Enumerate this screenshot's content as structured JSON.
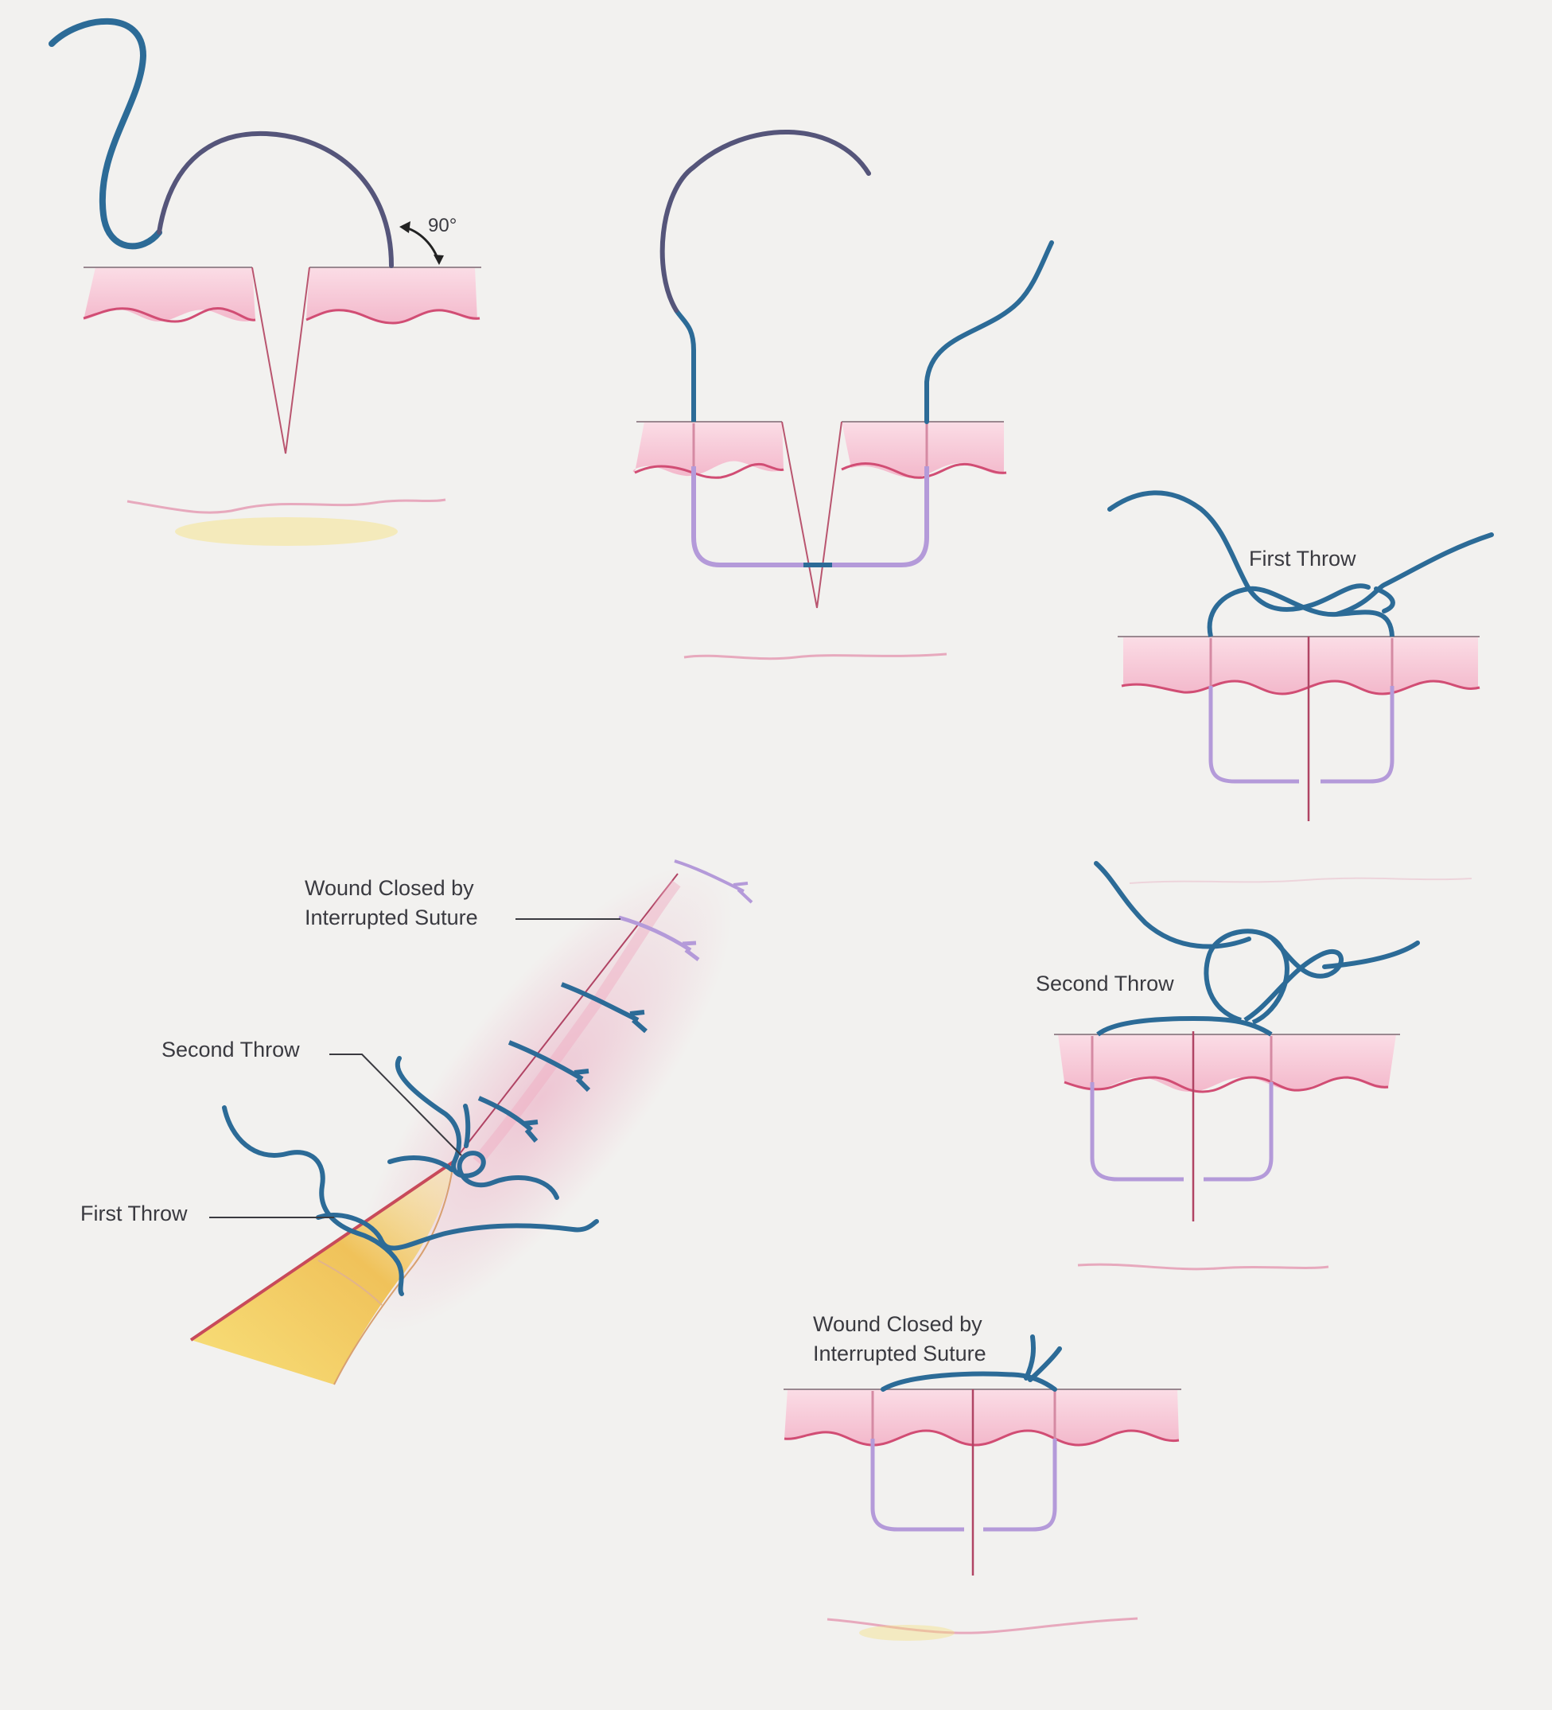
{
  "panels": {
    "needle_insertion": {
      "angle_label": "90°"
    },
    "first_throw": {
      "label": "First Throw"
    },
    "second_throw": {
      "label": "Second Throw"
    },
    "closed": {
      "label_line1": "Wound Closed by",
      "label_line2": "Interrupted Suture"
    },
    "overview": {
      "closed_label_line1": "Wound Closed by",
      "closed_label_line2": "Interrupted Suture",
      "second_throw_label": "Second Throw",
      "first_throw_label": "First Throw"
    }
  },
  "colors": {
    "background": "#f2f1ef",
    "skin": "#f6c7d6",
    "skin_edge": "#d4567b",
    "suture_above": "#2f6e9b",
    "suture_below": "#a88fd4",
    "needle": "#55557a",
    "fat": "#f3cf5c"
  }
}
